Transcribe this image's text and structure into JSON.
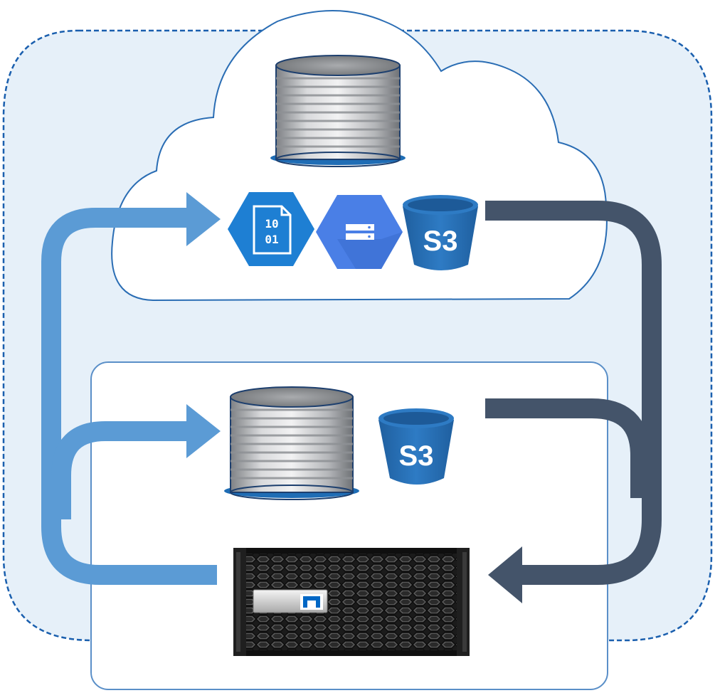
{
  "colors": {
    "outer_region_fill": "#e6f0f9",
    "outer_region_stroke": "#1a5fae",
    "cloud_stroke": "#2a6db4",
    "onprem_stroke": "#5a8fc8",
    "arrow_light": "#5b9bd5",
    "arrow_dark": "#44546a",
    "azure_blue": "#1e7fd3",
    "gcp_blue": "#4a7fe6",
    "s3_blue": "#2e7bc4"
  },
  "icons": {
    "cloud_volume": "database-stack-icon",
    "azure_blob": "binary-file-hexagon-icon",
    "gcp_storage": "storage-hexagon-icon",
    "aws_s3": "s3-bucket-icon",
    "onprem_volume": "database-stack-icon",
    "onprem_s3": "s3-bucket-icon",
    "storage_system": "storage-appliance-icon",
    "vendor_logo": "netapp-logo-icon"
  },
  "labels": {
    "azure_bits_top": "10",
    "azure_bits_bottom": "01",
    "cloud_s3": "S3",
    "onprem_s3": "S3"
  }
}
